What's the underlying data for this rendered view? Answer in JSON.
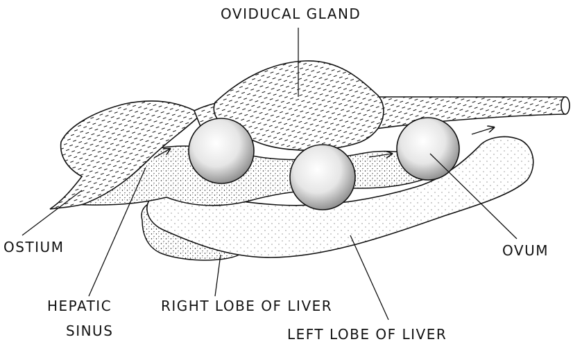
{
  "labels": {
    "oviducal_gland": "OVIDUCAL GLAND",
    "ostium": "OSTIUM",
    "hepatic_sinus_line1": "HEPATIC",
    "hepatic_sinus_line2": "SINUS",
    "right_lobe_of_liver": "RIGHT LOBE OF LIVER",
    "left_lobe_of_liver": "LEFT LOBE OF LIVER",
    "ovum": "OVUM"
  },
  "colors": {
    "ink": "#111111",
    "background": "#ffffff"
  }
}
